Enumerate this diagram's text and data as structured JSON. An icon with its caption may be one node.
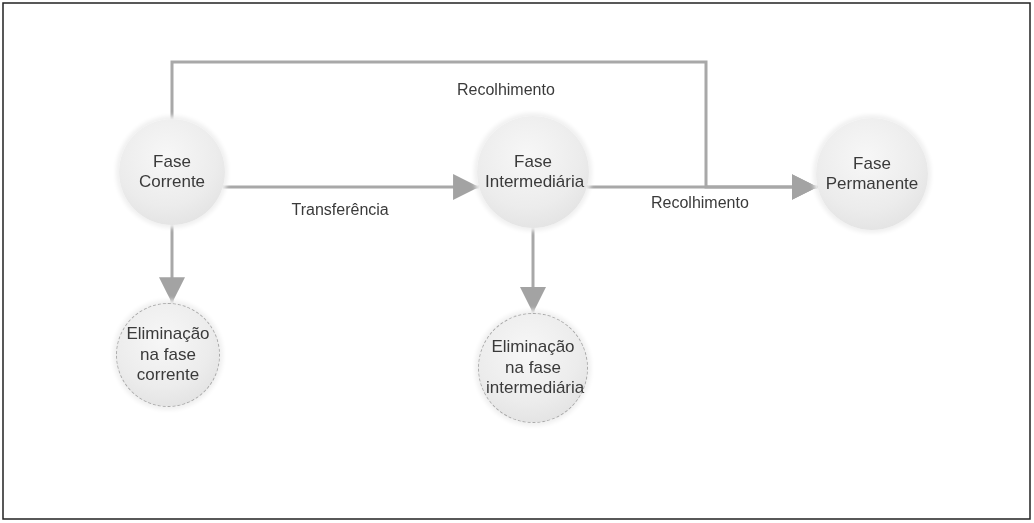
{
  "diagram": {
    "nodes": [
      {
        "text": [
          "Fase Corrente"
        ]
      },
      {
        "text": [
          "Fase Intermediária"
        ]
      },
      {
        "text": [
          "Fase Permanente"
        ]
      },
      {
        "text": [
          "Eliminação na fase corrente"
        ]
      },
      {
        "text": [
          "Eliminação na fase intermediária"
        ]
      }
    ],
    "edges": [
      {
        "from": 0,
        "to": 1,
        "arrow": "to",
        "label": "Transferência"
      },
      {
        "from": 0,
        "to": 2,
        "arrow": "to",
        "label": "Recolhimento"
      },
      {
        "from": 1,
        "to": 2,
        "arrow": "to",
        "label": "Recolhimento"
      },
      {
        "from": 0,
        "to": 3,
        "arrow": "to"
      },
      {
        "from": 1,
        "to": 4,
        "arrow": "to"
      }
    ]
  }
}
